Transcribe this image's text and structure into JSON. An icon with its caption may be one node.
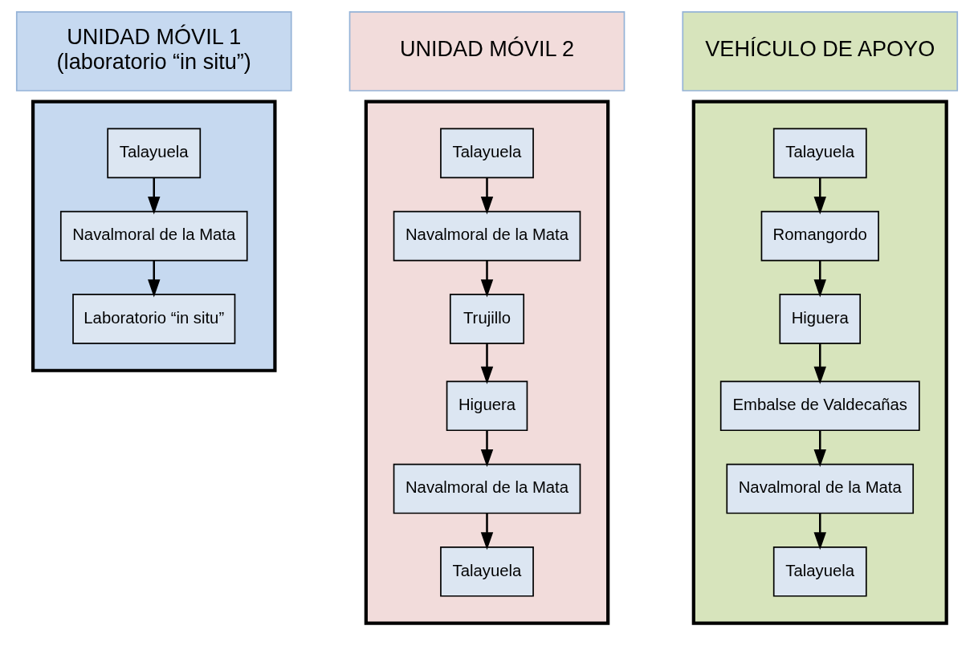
{
  "diagram": {
    "nodes": [
      {
        "text": [
          "UNIDAD MÓVIL 1",
          "(laboratorio “in situ”)"
        ]
      },
      {
        "text": [
          "UNIDAD MÓVIL 2"
        ]
      },
      {
        "text": [
          "VEHÍCULO DE APOYO"
        ]
      },
      {
        "text": [],
        "shape": "box"
      },
      {
        "text": [
          "Talayuela"
        ],
        "in": 3
      },
      {
        "text": [
          "Navalmoral de la Mata"
        ],
        "in": 3
      },
      {
        "text": [
          "Laboratorio “in situ”"
        ],
        "in": 3
      },
      {
        "text": [],
        "shape": "box"
      },
      {
        "text": [
          "Talayuela"
        ],
        "in": 7
      },
      {
        "text": [
          "Navalmoral de la Mata"
        ],
        "in": 7
      },
      {
        "text": [
          "Trujillo"
        ],
        "in": 7
      },
      {
        "text": [
          "Higuera"
        ],
        "in": 7
      },
      {
        "text": [
          "Navalmoral de la Mata"
        ],
        "in": 7
      },
      {
        "text": [
          "Talayuela"
        ],
        "in": 7
      },
      {
        "text": [],
        "shape": "box"
      },
      {
        "text": [
          "Talayuela"
        ],
        "in": 14
      },
      {
        "text": [
          "Romangordo"
        ],
        "in": 14
      },
      {
        "text": [
          "Higuera"
        ],
        "in": 14
      },
      {
        "text": [
          "Embalse de Valdecañas"
        ],
        "in": 14
      },
      {
        "text": [
          "Navalmoral de la Mata"
        ],
        "in": 14
      },
      {
        "text": [
          "Talayuela"
        ],
        "in": 14
      }
    ],
    "edges": [
      {
        "from": 4,
        "to": 5,
        "arrow": "to"
      },
      {
        "from": 5,
        "to": 6,
        "arrow": "to"
      },
      {
        "from": 8,
        "to": 9,
        "arrow": "to"
      },
      {
        "from": 9,
        "to": 10,
        "arrow": "to"
      },
      {
        "from": 10,
        "to": 11,
        "arrow": "to"
      },
      {
        "from": 11,
        "to": 12,
        "arrow": "to"
      },
      {
        "from": 12,
        "to": 13,
        "arrow": "to"
      },
      {
        "from": 15,
        "to": 16,
        "arrow": "to"
      },
      {
        "from": 16,
        "to": 17,
        "arrow": "to"
      },
      {
        "from": 17,
        "to": 18,
        "arrow": "to"
      },
      {
        "from": 18,
        "to": 19,
        "arrow": "to"
      },
      {
        "from": 19,
        "to": 20,
        "arrow": "to"
      }
    ]
  }
}
